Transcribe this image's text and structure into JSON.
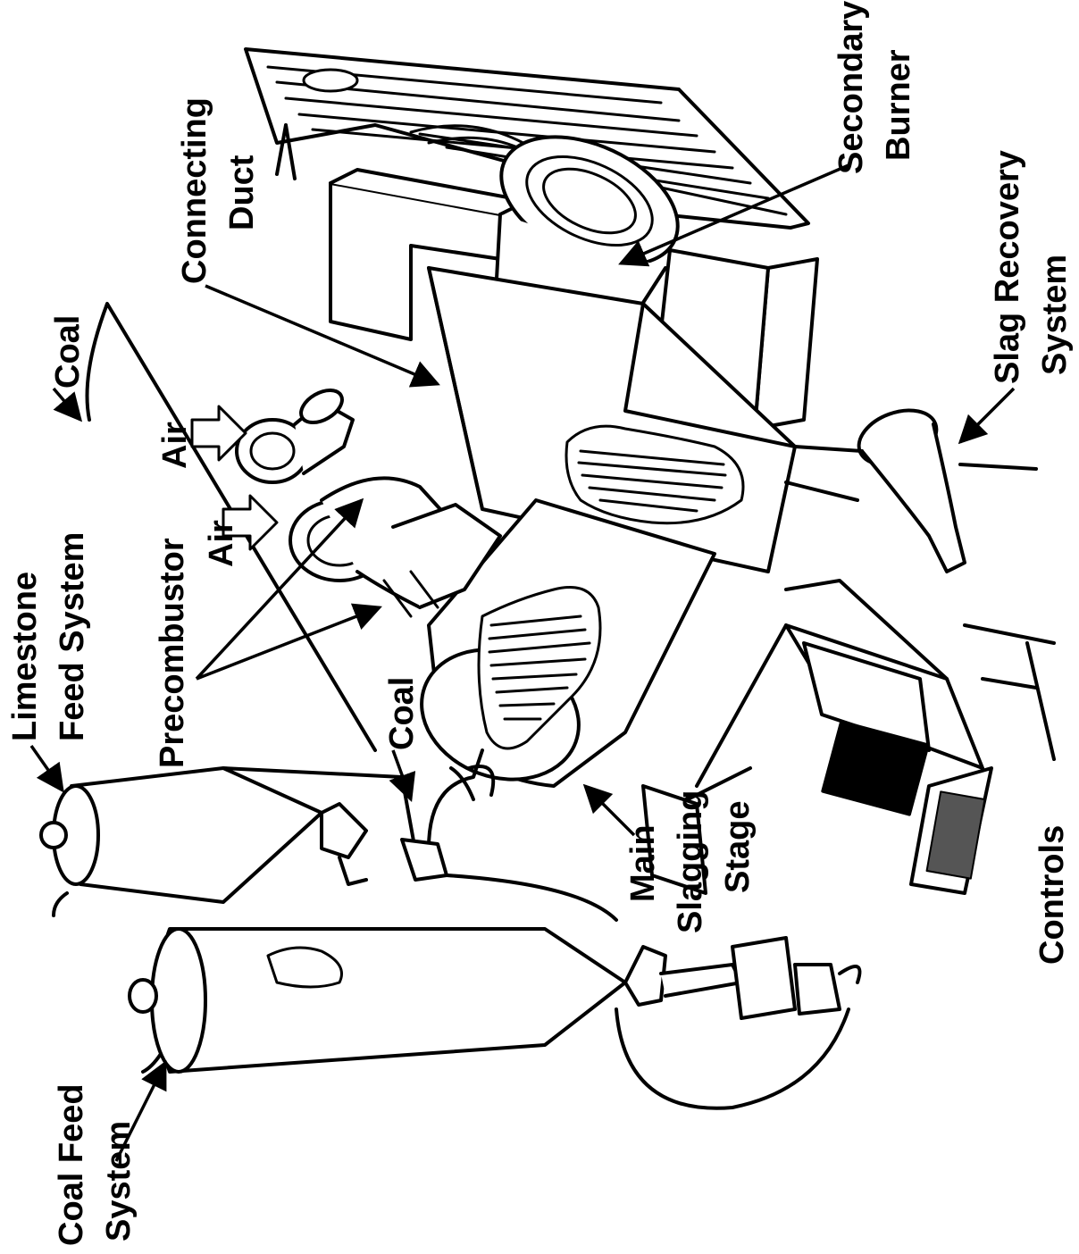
{
  "labels": {
    "coal_feed_line1": "Coal Feed",
    "coal_feed_line2": "System",
    "limestone_line1": "Limestone",
    "limestone_line2": "Feed System",
    "coal_top": "Coal",
    "coal_mid": "Coal",
    "air_1": "Air",
    "air_2": "Air",
    "precombustor": "Precombustor",
    "connecting_line1": "Connecting",
    "connecting_line2": "Duct",
    "secondary_line1": "Secondary",
    "secondary_line2": "Burner",
    "slag_line1": "Slag Recovery",
    "slag_line2": "System",
    "main_line1": "Main",
    "main_line2": "Slagging",
    "main_line3": "Stage",
    "controls": "Controls"
  },
  "colors": {
    "ink": "#000000",
    "paper": "#ffffff"
  }
}
